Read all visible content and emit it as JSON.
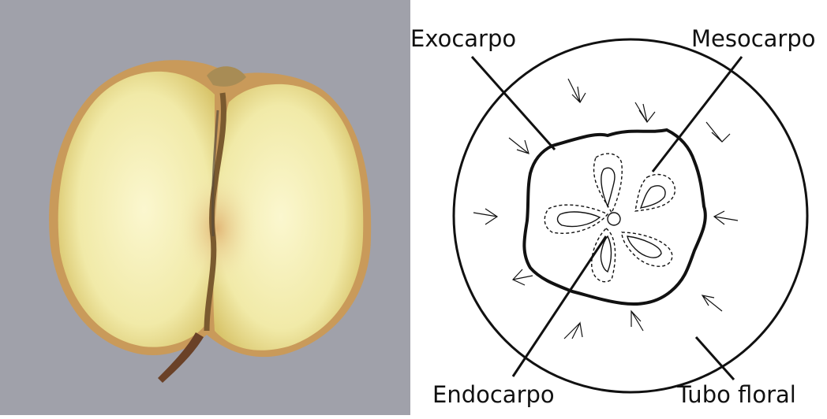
{
  "labels": {
    "exocarpo": "Exocarpo",
    "mesocarpo": "Mesocarpo",
    "endocarpo": "Endocarpo",
    "tubo_floral": "Tubo floral"
  },
  "colors": {
    "photo_background": "#9a9ba5",
    "apple_flesh": "#f4f0b8",
    "apple_skin": "#c99a5a",
    "core": "#e6c98a",
    "stem": "#6a4127",
    "line": "#111111"
  }
}
